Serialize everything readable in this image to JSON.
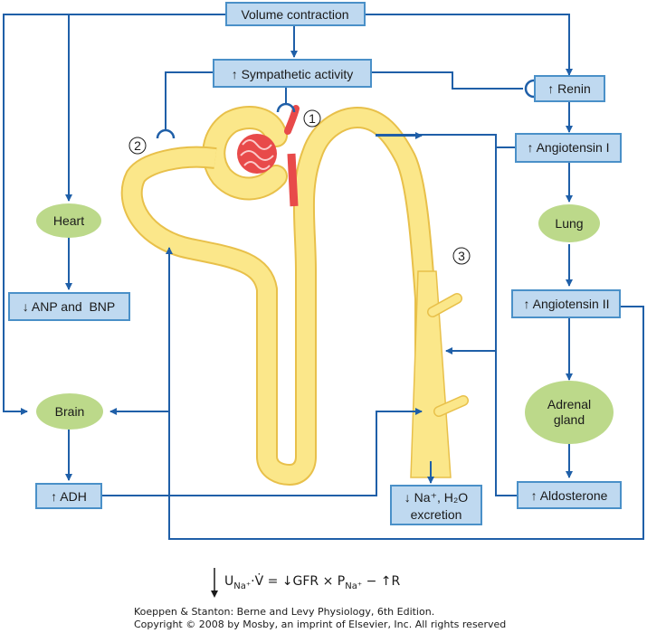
{
  "nodes": {
    "volume_contraction": "Volume contraction",
    "sympathetic": "↑ Sympathetic activity",
    "renin": "↑ Renin",
    "angiotensin1": "↑ Angiotensin I",
    "lung": "Lung",
    "angiotensin2": "↑ Angiotensin II",
    "adrenal_line1": "Adrenal",
    "adrenal_line2": "gland",
    "aldosterone": "↑ Aldosterone",
    "heart": "Heart",
    "anp_bnp": "↓ ANP and  BNP",
    "brain": "Brain",
    "adh": "↑ ADH",
    "excretion_line1": "↓ Na⁺, H₂O",
    "excretion_line2": "excretion"
  },
  "markers": {
    "one": "1",
    "two": "2",
    "three": "3"
  },
  "formula": {
    "u": "U",
    "u_sub": "Na⁺",
    "v": "·V̇ = ↓GFR × P",
    "p_sub": "Na⁺",
    "rest": " − ↑R"
  },
  "caption": {
    "line1": "Koeppen & Stanton: Berne and Levy Physiology, 6th Edition.",
    "line2": "Copyright © 2008 by Mosby, an imprint of Elsevier, Inc. All rights reserved"
  },
  "colors": {
    "box_fill": "#bfd9f0",
    "box_stroke": "#4a90c8",
    "arrow": "#1f5fa8",
    "ellipse_fill": "#bcd98a",
    "tubule_fill": "#fbe78a",
    "tubule_stroke": "#e8c04a",
    "glomerulus": "#e84a4a"
  }
}
